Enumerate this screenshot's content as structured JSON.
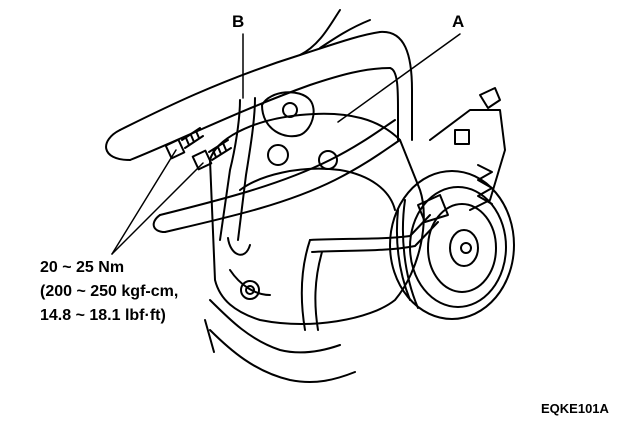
{
  "callouts": {
    "a": "A",
    "b": "B"
  },
  "torque_spec": {
    "line1": "20 ~ 25 Nm",
    "line2": "(200 ~ 250 kgf-cm,",
    "line3": "14.8 ~ 18.1 lbf·ft)"
  },
  "figure_code": "EQKE101A"
}
